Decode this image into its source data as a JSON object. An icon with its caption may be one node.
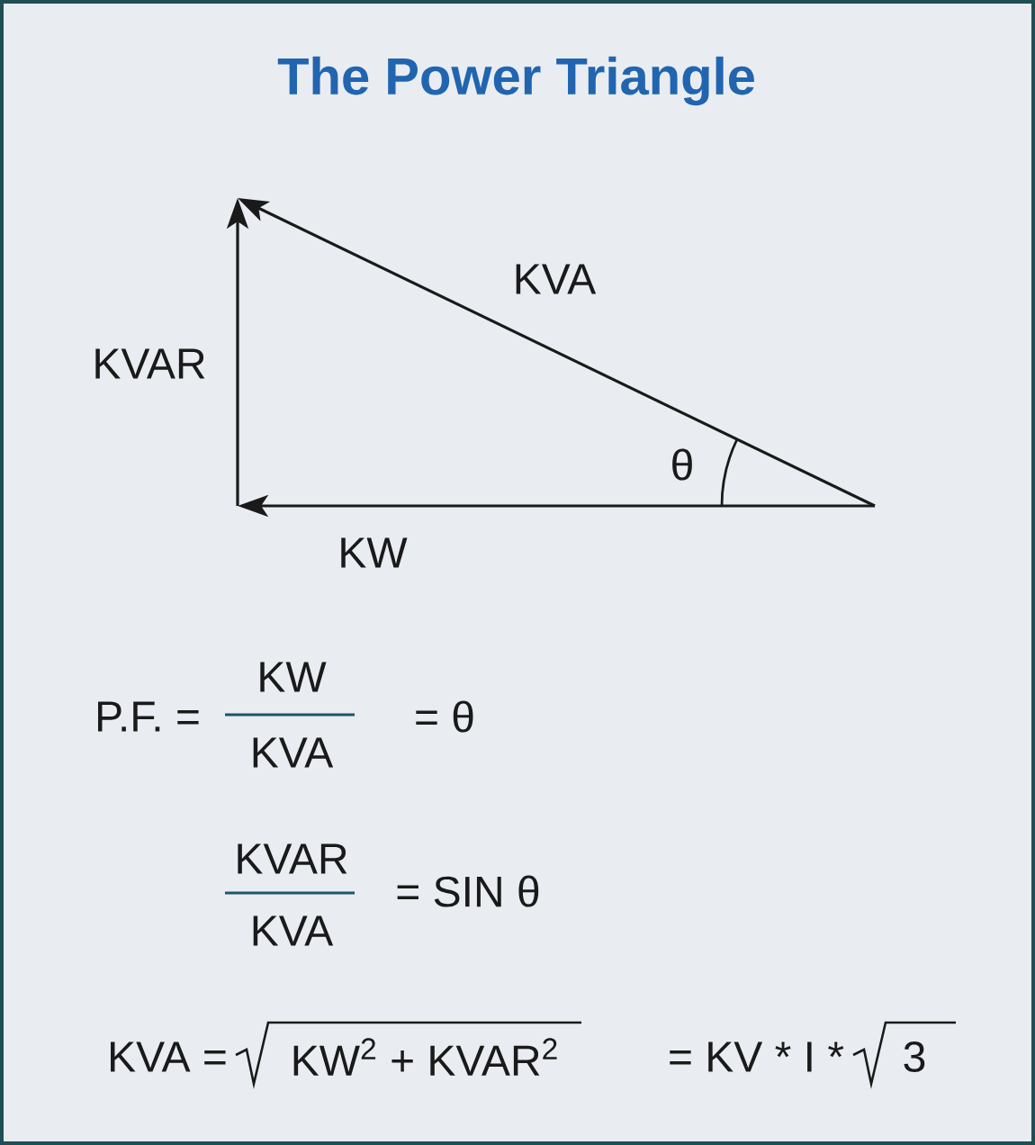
{
  "diagram": {
    "title": "The Power Triangle",
    "labels": [
      "KVA",
      "KVAR",
      "θ",
      "KW",
      "P.F. =",
      "KW",
      "KVA",
      "= θ",
      "KVAR",
      "KVA",
      "= SIN θ",
      "KVA =",
      "KW$^{2}$ + KVAR$^{2}$",
      "= KV * I *",
      "3"
    ]
  }
}
